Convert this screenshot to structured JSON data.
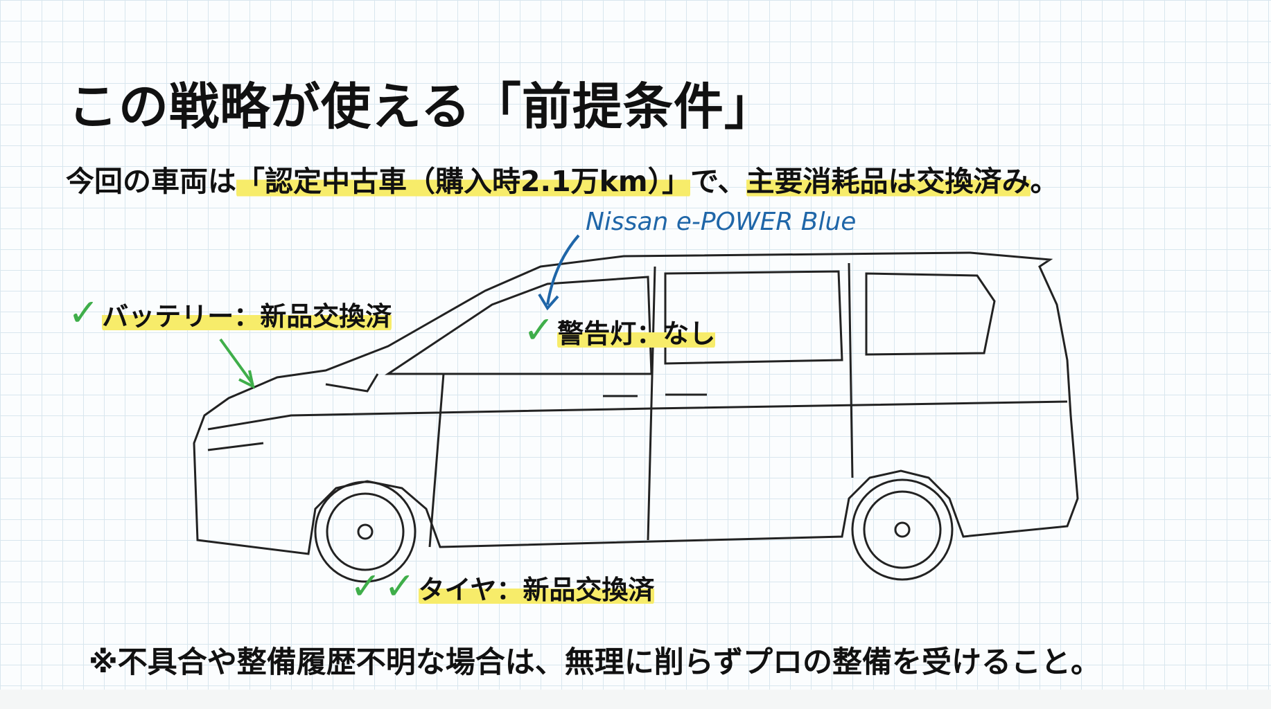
{
  "title": "この戦略が使える「前提条件」",
  "subtitle": {
    "prefix": "今回の車両は",
    "highlight1": "「認定中古車（購入時2.1万km）」",
    "middle": "で、",
    "highlight2": "主要消耗品は交換済み",
    "suffix": "。"
  },
  "car_label": "Nissan e-POWER Blue",
  "checks": {
    "battery": "バッテリー：新品交換済",
    "warning": "警告灯：なし",
    "tire": "タイヤ：新品交換済",
    "mark": "✓"
  },
  "footer": "※不具合や整備履歴不明な場合は、無理に削らずプロの整備を受けること。",
  "colors": {
    "highlight": "#f7ec6a",
    "check": "#3fae4a",
    "label_blue": "#1f66a8"
  }
}
